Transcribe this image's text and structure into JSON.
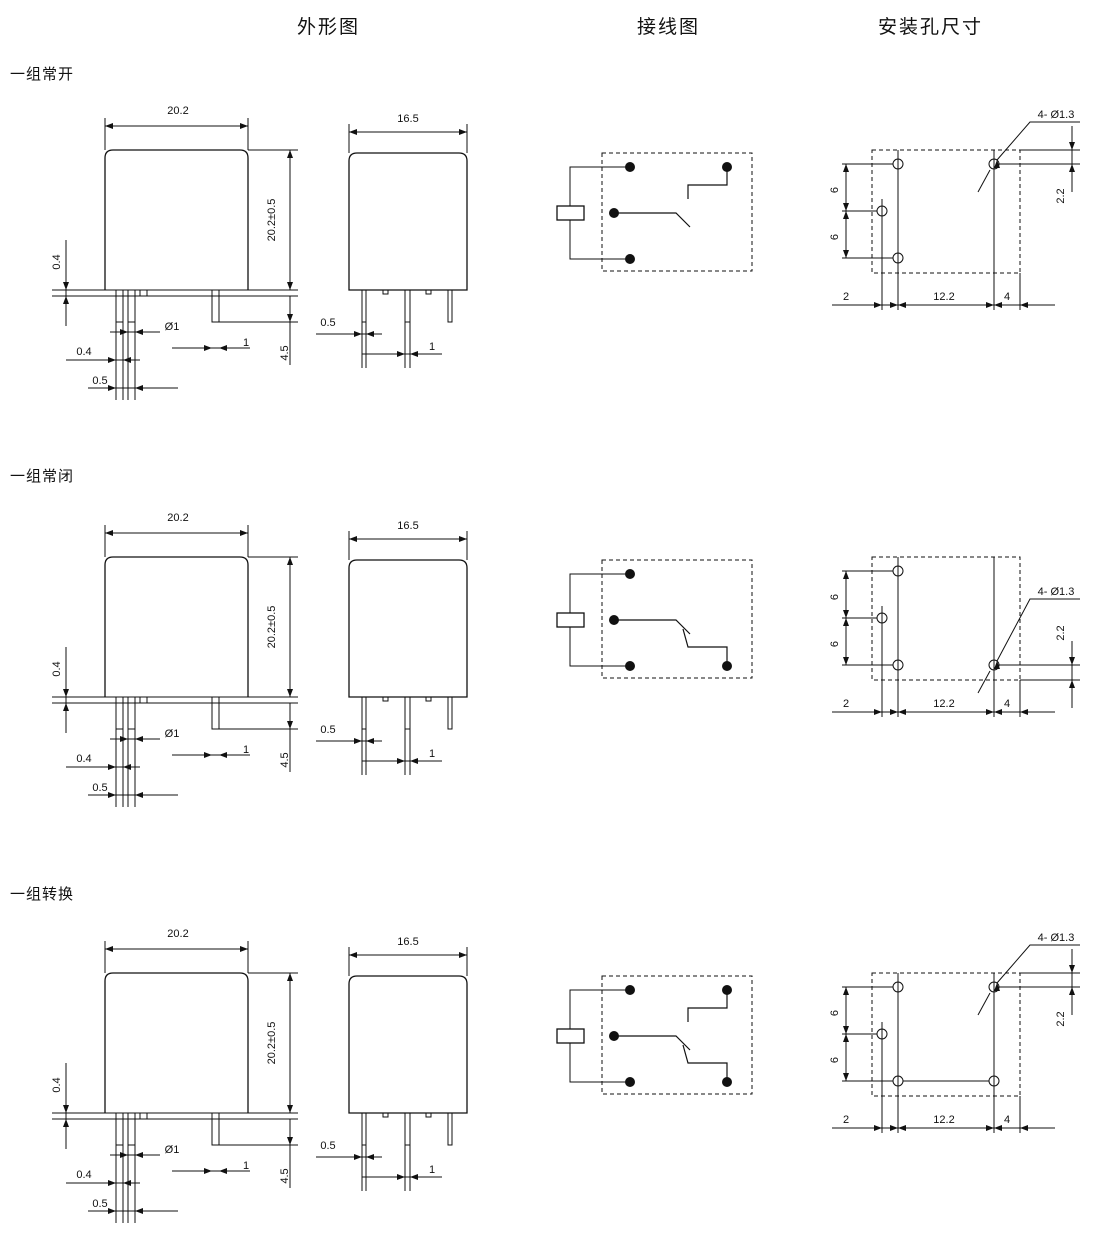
{
  "headers": {
    "outline": "外形图",
    "wiring": "接线图",
    "mounting": "安装孔尺寸"
  },
  "rows": [
    {
      "label": "一组常开",
      "type": "no"
    },
    {
      "label": "一组常闭",
      "type": "nc"
    },
    {
      "label": "一组转换",
      "type": "co"
    }
  ],
  "dims": {
    "front_width": "20.2",
    "side_width": "16.5",
    "height": "20.2±0.5",
    "base_gap": "0.4",
    "pin_dia": "Ø1",
    "pin_w_front": "0.4",
    "pin_pitch_front": "0.5",
    "pin_len": "4.5",
    "pin_w_side": "1",
    "pin_thick_side": "0.5",
    "pin_w_side_2": "1",
    "hole_spec": "4- Ø1.3",
    "hole_pitch_a": "6",
    "hole_pitch_b": "6",
    "hole_edge_v": "2.2",
    "hole_edge_left": "2",
    "hole_span": "12.2",
    "hole_edge_right": "4"
  }
}
